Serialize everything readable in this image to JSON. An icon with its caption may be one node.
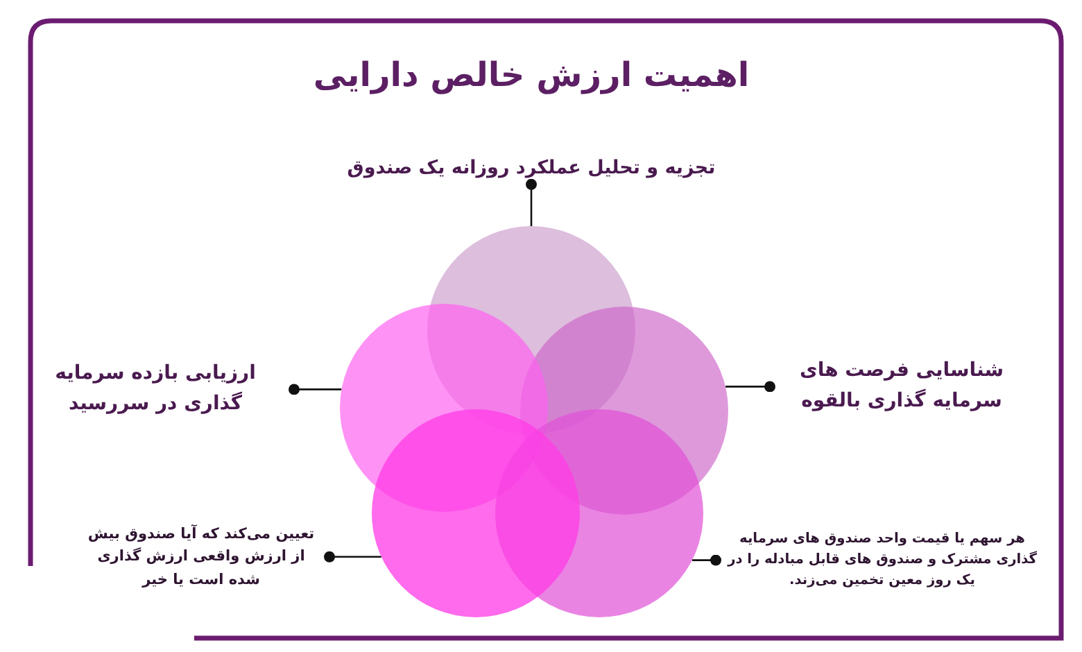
{
  "diagram": {
    "title": "اهمیت ارزش خالص دارایی",
    "nodes": [
      {
        "text": [
          "تجزیه و تحلیل عملکرد روزانه یک صندوق"
        ]
      },
      {
        "text": [],
        "shape": "circle"
      },
      {
        "text": [
          "شناسایی فرصت های سرمایه گذاری بالقوه"
        ]
      },
      {
        "text": [],
        "shape": "circle"
      },
      {
        "text": [],
        "shape": "circle"
      },
      {
        "text": [
          "ارزیابی بازده سرمایه گذاری در سررسید"
        ]
      },
      {
        "text": [
          "هر سهم یا قیمت واحد صندوق های سرمایه گذاری مشترک و صندوق های قابل مبادله را در یک روز معین تخمین می‌زند."
        ]
      },
      {
        "text": [],
        "shape": "circle"
      },
      {
        "text": [],
        "shape": "circle"
      },
      {
        "text": [
          "تعیین می‌کند که آیا صندوق بیش از ارزش واقعی ارزش گذاری شده است یا خیر"
        ]
      }
    ],
    "edges": [
      {
        "from": 0,
        "to": 1,
        "arrow": "other"
      },
      {
        "from": 2,
        "to": 3,
        "arrow": "other"
      },
      {
        "from": 5,
        "to": 4,
        "arrow": "other"
      },
      {
        "from": 6,
        "to": 7,
        "arrow": "other"
      },
      {
        "from": 9,
        "to": 8,
        "arrow": "other"
      }
    ]
  }
}
